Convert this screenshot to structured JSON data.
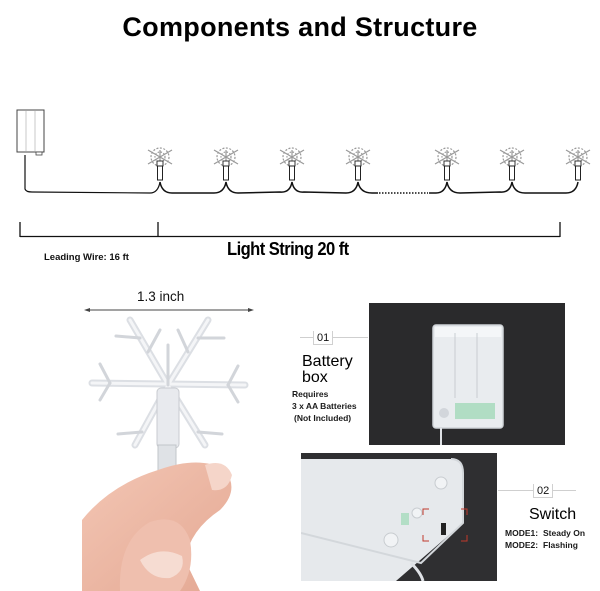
{
  "title": "Components and Structure",
  "diagram": {
    "battery_box_icon": "battery-box-outline",
    "bulb_icon": "snowflake-bulb",
    "bulb_count_shown": 7,
    "bulb_x_positions": [
      160,
      226,
      292,
      358,
      447,
      512,
      578
    ],
    "gap_style": "dotted",
    "lead_wire_label": "Leading Wire: 16 ft",
    "light_string_label": "Light String 20 ft"
  },
  "size_callout": {
    "label": "1.3 inch",
    "photo": "snowflake-bulb-held-between-fingers"
  },
  "battery_callout": {
    "number": "01",
    "heading_line1": "Battery",
    "heading_line2": "box",
    "note_line1": "Requires",
    "note_line2": "3 x AA Batteries",
    "note_line3": "(Not Included)",
    "photo": "clear-battery-box-on-dark-background"
  },
  "switch_callout": {
    "number": "02",
    "heading": "Switch",
    "mode1_label": "MODE1:",
    "mode1_value": "Steady On",
    "mode2_label": "MODE2:",
    "mode2_value": "Flashing",
    "photo": "battery-box-switch-closeup",
    "highlight_color": "#c0392b"
  },
  "colors": {
    "background": "#ffffff",
    "text": "#000000",
    "photo_background": "#2b2b2d",
    "callout_line": "#cfcfcf"
  }
}
